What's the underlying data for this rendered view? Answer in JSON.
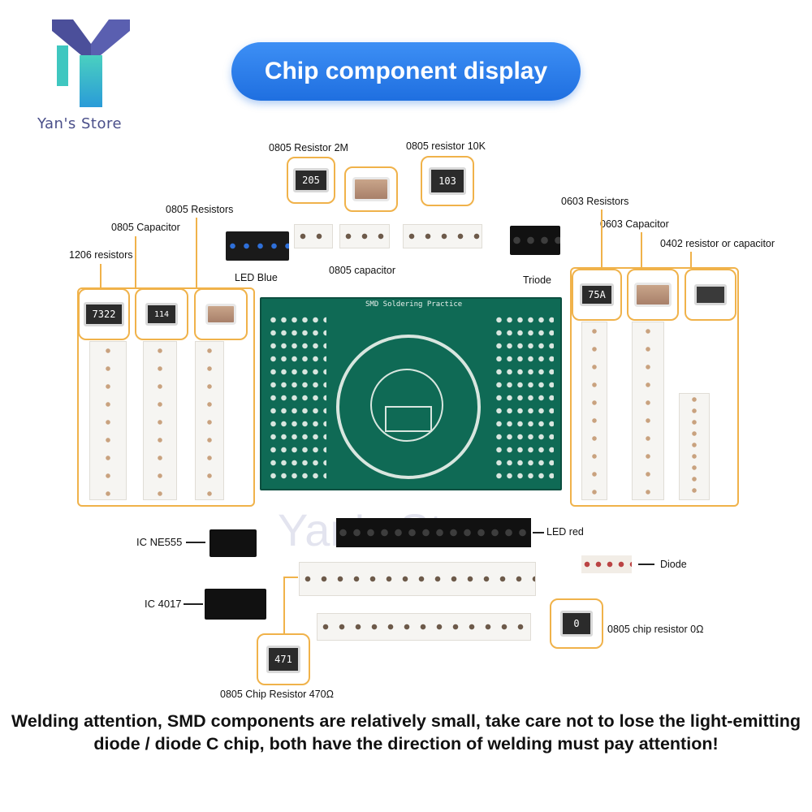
{
  "brand": {
    "name": "Yan's Store"
  },
  "title": "Chip component display",
  "labels": {
    "r2m": "0805 Resistor 2M",
    "r10k": "0805 resistor 10K",
    "r0805": "0805 Resistors",
    "c0805": "0805 Capacitor",
    "r1206": "1206 resistors",
    "led_blue": "LED Blue",
    "cap0805_strip": "0805 capacitor",
    "r0603": "0603 Resistors",
    "c0603": "0603 Capacitor",
    "r0402": "0402 resistor or capacitor",
    "triode": "Triode",
    "ic_ne555": "IC NE555",
    "ic_4017": "IC 4017",
    "led_red": "LED red",
    "diode": "Diode",
    "r0": "0805 chip resistor 0Ω",
    "r470": "0805 Chip Resistor 470Ω"
  },
  "chip_codes": {
    "c205": "205",
    "c103": "103",
    "c7322": "7322",
    "c114": "114",
    "c75a": "75A",
    "c0": "0",
    "c471": "471"
  },
  "board": {
    "title": "SMD Soldering Practice"
  },
  "watermark": "Yan's Store",
  "footer": "Welding attention, SMD components are relatively small, take care not to lose the light-emitting diode / diode C chip, both have the direction of welding must pay attention!"
}
